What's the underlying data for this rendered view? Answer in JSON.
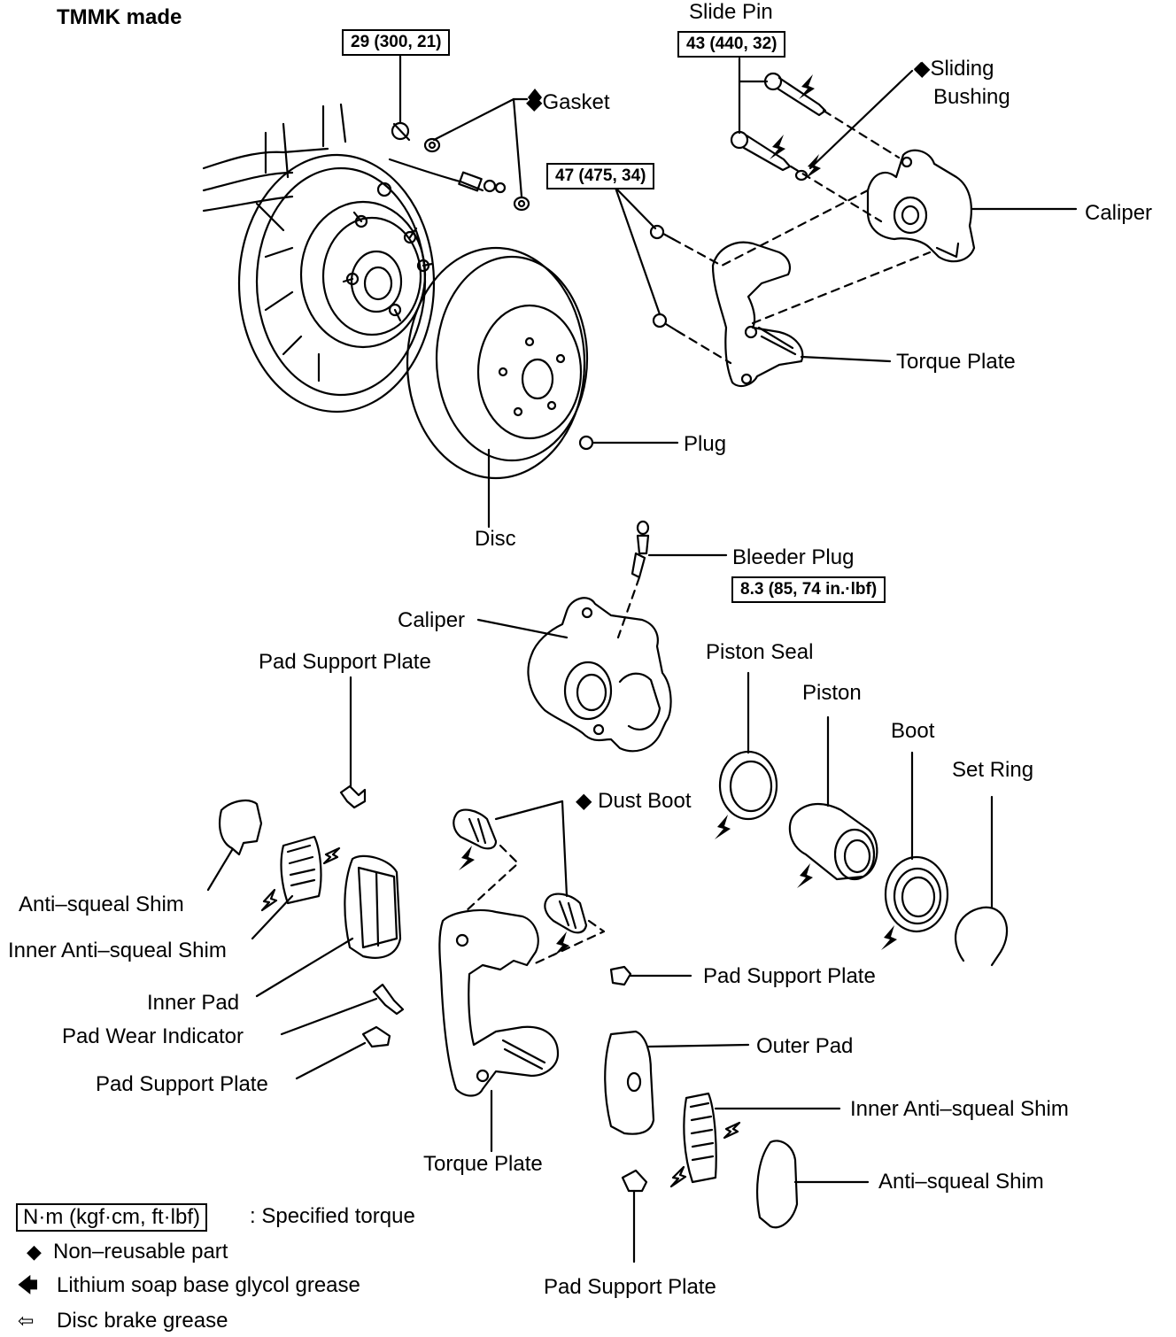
{
  "heading": "TMMK made",
  "torque_specs": {
    "gasket_bolt": "29 (300, 21)",
    "slide_pin": "43 (440, 32)",
    "torque_plate_bolt": "47 (475, 34)",
    "bleeder_plug": "8.3 (85, 74 in.·lbf)"
  },
  "labels": {
    "slide_pin": "Slide Pin",
    "sliding_bushing_line1": "◆Sliding",
    "sliding_bushing_line2": "Bushing",
    "gasket": "◆Gasket",
    "caliper_top": "Caliper",
    "torque_plate_top": "Torque Plate",
    "plug": "Plug",
    "disc": "Disc",
    "bleeder_plug": "Bleeder Plug",
    "caliper_mid": "Caliper",
    "pad_support_plate_1": "Pad Support Plate",
    "piston_seal": "Piston Seal",
    "piston": "Piston",
    "boot": "Boot",
    "set_ring": "Set Ring",
    "dust_boot": "◆ Dust Boot",
    "anti_squeal_shim_left": "Anti–squeal Shim",
    "inner_anti_squeal_shim_left": "Inner Anti–squeal Shim",
    "inner_pad": "Inner Pad",
    "pad_wear_indicator": "Pad Wear Indicator",
    "pad_support_plate_left": "Pad Support Plate",
    "pad_support_plate_right": "Pad Support Plate",
    "outer_pad": "Outer Pad",
    "inner_anti_squeal_shim_right": "Inner Anti–squeal Shim",
    "anti_squeal_shim_right": "Anti–squeal Shim",
    "torque_plate_bottom": "Torque Plate",
    "pad_support_plate_bottom": "Pad Support Plate"
  },
  "legend": {
    "torque_unit": "N·m (kgf·cm, ft·lbf)",
    "torque_desc": ": Specified torque",
    "non_reusable": "Non–reusable part",
    "lithium": "Lithium soap base glycol grease",
    "disc_grease": "Disc brake grease",
    "diamond_symbol": "◆",
    "solid_arrow_symbol": "🡄",
    "hollow_arrow_symbol": "⇦"
  }
}
